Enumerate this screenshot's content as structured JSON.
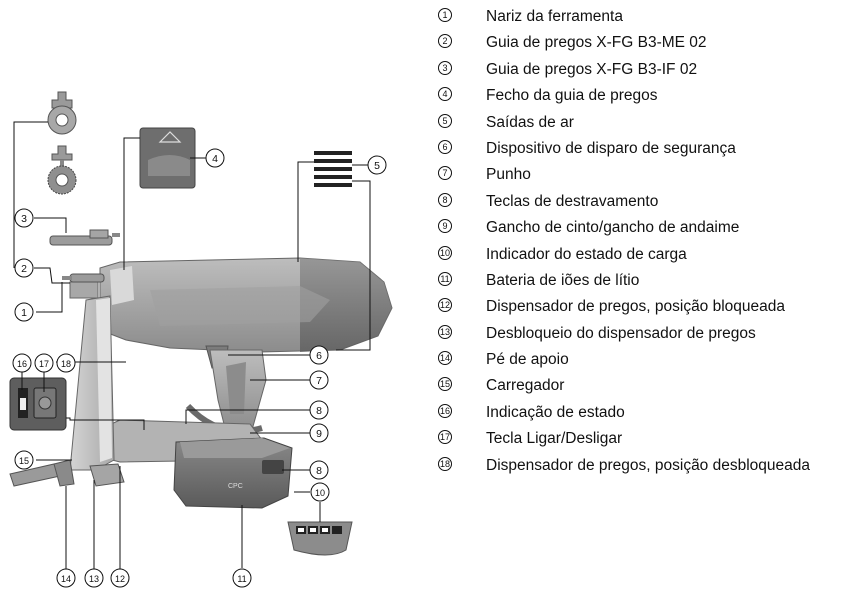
{
  "callouts": [
    "1",
    "2",
    "3",
    "4",
    "5",
    "6",
    "7",
    "8",
    "9",
    "10",
    "11",
    "12",
    "13",
    "14",
    "15",
    "16",
    "17",
    "18"
  ],
  "legend": [
    {
      "num": "1",
      "text": "Nariz da ferramenta"
    },
    {
      "num": "2",
      "text": "Guia de pregos X-FG B3-ME 02"
    },
    {
      "num": "3",
      "text": "Guia de pregos X-FG B3-IF 02"
    },
    {
      "num": "4",
      "text": "Fecho da guia de pregos"
    },
    {
      "num": "5",
      "text": "Saídas de ar"
    },
    {
      "num": "6",
      "text": "Dispositivo de disparo de segurança"
    },
    {
      "num": "7",
      "text": "Punho"
    },
    {
      "num": "8",
      "text": "Teclas de destravamento"
    },
    {
      "num": "9",
      "text": "Gancho de cinto/gancho de andaime"
    },
    {
      "num": "10",
      "text": "Indicador do estado de carga"
    },
    {
      "num": "11",
      "text": "Bateria de iões de lítio"
    },
    {
      "num": "12",
      "text": "Dispensador de pregos, posição bloqueada"
    },
    {
      "num": "13",
      "text": "Desbloqueio do dispensador de pregos"
    },
    {
      "num": "14",
      "text": "Pé de apoio"
    },
    {
      "num": "15",
      "text": "Carregador"
    },
    {
      "num": "16",
      "text": "Indicação de estado"
    },
    {
      "num": "17",
      "text": "Tecla Ligar/Desligar"
    },
    {
      "num": "18",
      "text": "Dispensador de pregos, posição desbloqueada"
    }
  ],
  "battery_brand": "CPC"
}
